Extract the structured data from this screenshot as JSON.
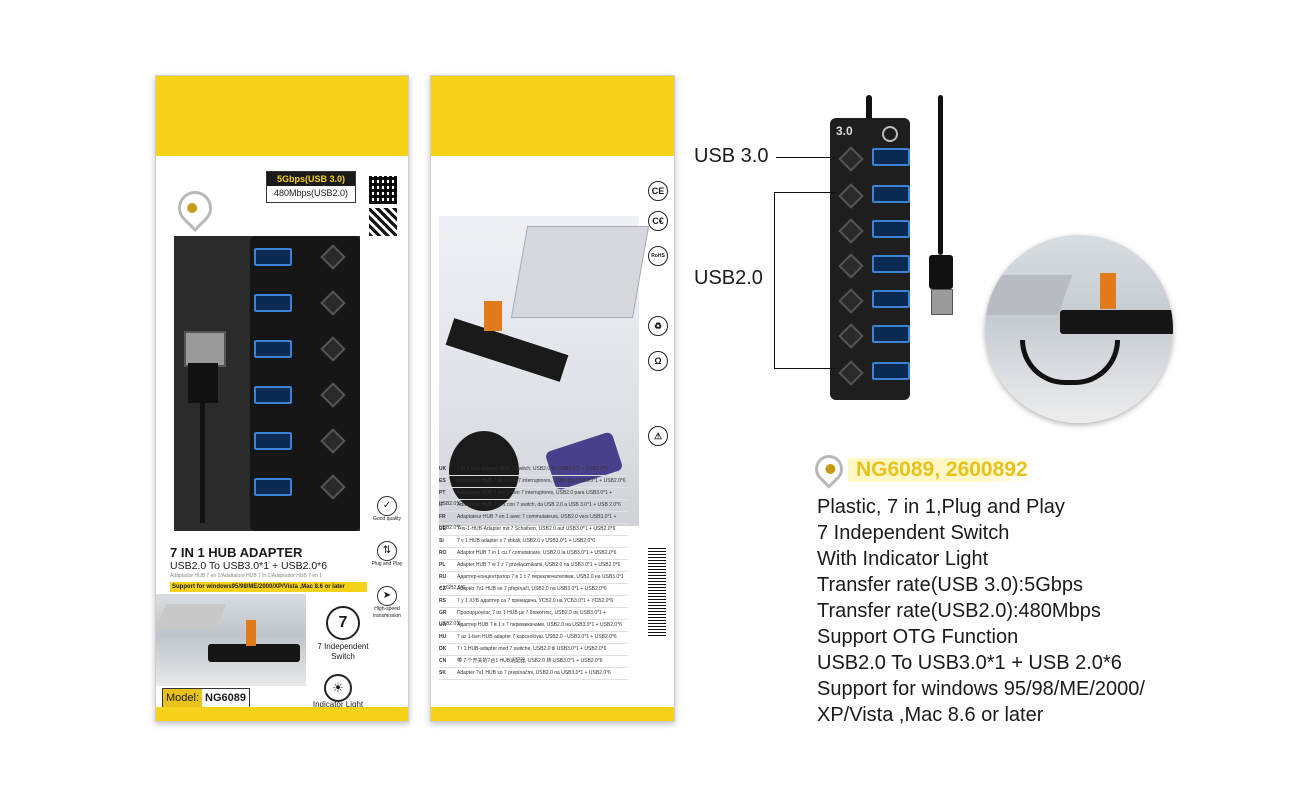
{
  "box_front": {
    "speed_line1": "5Gbps(USB 3.0)",
    "speed_line2": "480Mbps(USB2.0)",
    "title": "7 IN 1 HUB ADAPTER",
    "subtitle": "USB2.0 To USB3.0*1 + USB2.0*6",
    "small_line": "Adaptador HUB 7 en 1/Adattatore HUB 7 in 1/Adaptador HUB 7 en 1",
    "support_line": "Support for windows95/98/ME/2000/XP/Vista ,Mac 8.6 or later",
    "badge_number": "7",
    "badge_label": "7 Independent Switch",
    "indicator_label": "Indicator Light",
    "model_label": "Model:",
    "model_value": "NG6089",
    "side_icons": [
      "Good quality",
      "Plug and Play",
      "High-speed transmission"
    ]
  },
  "box_back": {
    "cert_icons": [
      "CE",
      "C€",
      "RoHS",
      "♻",
      "Ω",
      "⚠"
    ],
    "lang_rows": [
      {
        "code": "UK",
        "text": "7 in 1 Hub Adapter With 7 Switch, USB2.0 To USB3.0*1 + USB2.0*6"
      },
      {
        "code": "ES",
        "text": "Adaptador HUB 7 en 1 con 7 interruptores, USB2.0 a USB3.0*1 + USB2.0*6"
      },
      {
        "code": "PT",
        "text": "Adaptador HUB 7 em 1 com 7 interruptores, USB2.0 para USB3.0*1 + USB2.0*6"
      },
      {
        "code": "IT",
        "text": "Adattatore HUB 7 in 1 con 7 switch, da USB 2.0 a USB 3.0*1 + USB 2.0*6"
      },
      {
        "code": "FR",
        "text": "Adaptateur HUB 7 en 1 avec 7 commutateurs, USB2.0 vers USB3.0*1 + USB2.0*6"
      },
      {
        "code": "DE",
        "text": "7-in-1-HUB-Adapter mit 7 Schaltern, USB2.0 auf USB3.0*1 + USB2.0*6"
      },
      {
        "code": "SI",
        "text": "7 v 1 HUB adapter s 7 stikali, USB2.0 v USB3.0*1 + USB2.0*6"
      },
      {
        "code": "RO",
        "text": "Adaptor HUB 7 in 1 cu 7 comutatoare, USB2.0 la USB3.0*1 + USB2.0*6"
      },
      {
        "code": "PL",
        "text": "Adapter HUB 7 w 1 z 7 przełącznikami, USB2.0 na USB3.0*1 + USB2.0*6"
      },
      {
        "code": "RU",
        "text": "Адаптер-концентратор 7 в 1 с 7 переключателями, USB2.0 на USB3.0*1 + USB2.0*6"
      },
      {
        "code": "CZ",
        "text": "Adaptér 7v1 HUB se 7 přepínači, USB2.0 na USB3.0*1 + USB2.0*6"
      },
      {
        "code": "RS",
        "text": "7 у 1 ХУБ адаптер са 7 прекидача, УСБ2.0 на УСБ3.0*1 + УСБ2.0*6"
      },
      {
        "code": "GR",
        "text": "Προσαρμογέας 7 σε 1 HUB με 7 διακόπτες, USB2.0 σε USB3.0*1 + USB2.0*6"
      },
      {
        "code": "UA",
        "text": "Адаптер HUB 7 в 1 з 7 перемикачами, USB2.0 на USB3.0*1 + USB2.0*6"
      },
      {
        "code": "HU",
        "text": "7 az 1-ben HUB adapter 7 kapcsolóval, USB2.0 - USB3.0*1 + USB2.0*6"
      },
      {
        "code": "DK",
        "text": "7 i 1 HUB-adapter med 7 switche, USB2.0 til USB3.0*1 + USB2.0*6"
      },
      {
        "code": "CN",
        "text": "带 7 个开关的7合1 HUB适配器, USB2.0 转 USB3.0*1 + USB2.0*6"
      },
      {
        "code": "SK",
        "text": "Adaptér 7v1 HUB so 7 prepínačmi, USB2.0 na USB3.0*1 + USB2.0*6"
      }
    ]
  },
  "callouts": {
    "usb3_label": "USB 3.0",
    "usb2_label": "USB2.0",
    "hub_badge": "3.0"
  },
  "product": {
    "model_codes": "NG6089, 2600892",
    "features": [
      "Plastic, 7 in 1,Plug and Play",
      "7 Independent Switch",
      "With Indicator Light",
      "Transfer rate(USB 3.0):5Gbps",
      "Transfer rate(USB2.0):480Mbps",
      "Support OTG Function",
      "USB2.0 To USB3.0*1 + USB 2.0*6",
      "Support for windows 95/98/ME/2000/",
      "XP/Vista ,Mac 8.6 or later"
    ]
  },
  "colors": {
    "brand_yellow": "#f6d21a",
    "model_yellow": "#e8c21a",
    "port_blue": "#3a83d6",
    "hub_black": "#1d1d1d"
  }
}
